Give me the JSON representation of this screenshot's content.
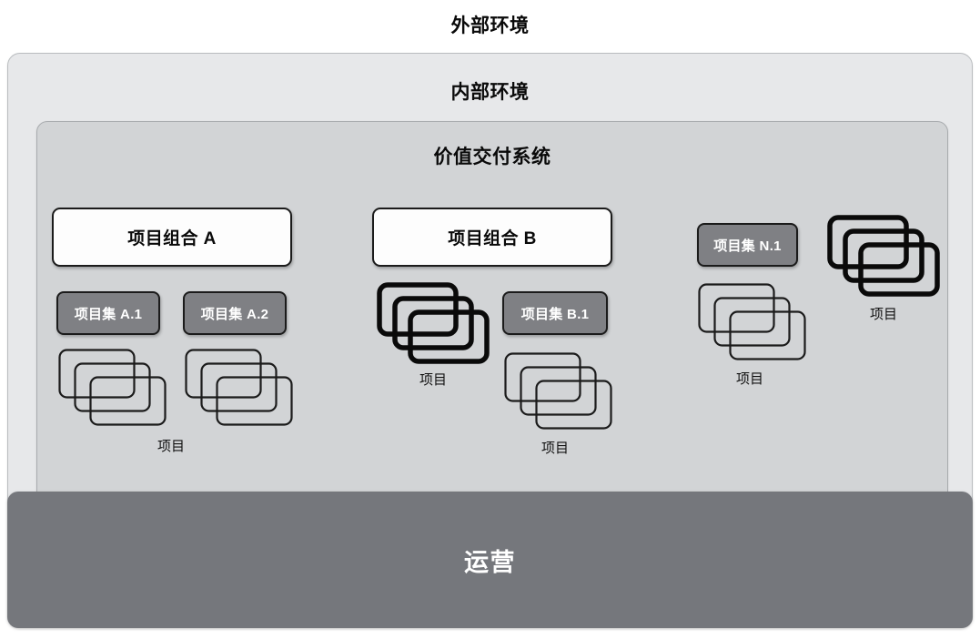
{
  "diagram": {
    "external_environment_label": "外部环境",
    "internal_environment_label": "内部环境",
    "value_delivery_system_label": "价值交付系统",
    "operations_label": "运营",
    "portfolios": [
      {
        "id": "portfolio-a",
        "label": "项目组合 A"
      },
      {
        "id": "portfolio-b",
        "label": "项目组合 B"
      }
    ],
    "programs": [
      {
        "id": "program-a1",
        "label": "项目集 A.1"
      },
      {
        "id": "program-a2",
        "label": "项目集 A.2"
      },
      {
        "id": "program-b1",
        "label": "项目集 B.1"
      },
      {
        "id": "program-n1",
        "label": "项目集 N.1"
      }
    ],
    "project_stacks": [
      {
        "id": "projects-a",
        "label": "项目",
        "weight": "thin"
      },
      {
        "id": "projects-b-standalone",
        "label": "项目",
        "weight": "bold"
      },
      {
        "id": "projects-b1",
        "label": "项目",
        "weight": "thin"
      },
      {
        "id": "projects-n1",
        "label": "项目",
        "weight": "thin"
      },
      {
        "id": "projects-n-standalone",
        "label": "项目",
        "weight": "bold"
      }
    ],
    "colors": {
      "page_background": "#ffffff",
      "internal_environment_fill": "#e7e8ea",
      "internal_environment_border": "#b9bcbf",
      "value_delivery_system_fill": "#d2d4d6",
      "value_delivery_system_border": "#a9acaf",
      "portfolio_fill": "#fdfdfd",
      "portfolio_border": "#1b1b1b",
      "program_fill": "#7f8084",
      "program_border": "#1b1b1b",
      "program_text": "#ffffff",
      "operations_fill": "#75777c",
      "operations_text": "#ffffff",
      "stack_stroke": "#1b1b1b",
      "title_text": "#0a0a0a"
    }
  }
}
